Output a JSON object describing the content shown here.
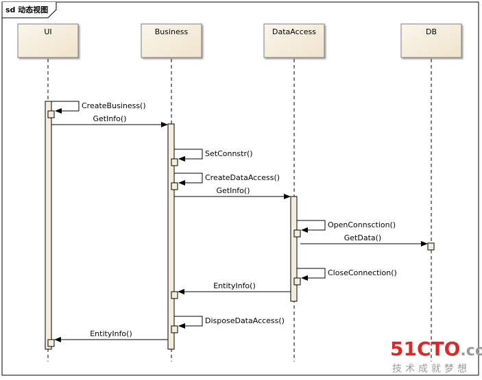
{
  "frame": {
    "title": "sd 动态视图"
  },
  "lifelines": [
    {
      "id": "ui",
      "name": "UI"
    },
    {
      "id": "business",
      "name": "Business"
    },
    {
      "id": "dataaccess",
      "name": "DataAccess"
    },
    {
      "id": "db",
      "name": "DB"
    }
  ],
  "messages": [
    {
      "id": "m1",
      "label": "CreateBusiness()",
      "from": "ui",
      "to": "ui",
      "kind": "self"
    },
    {
      "id": "m2",
      "label": "GetInfo()",
      "from": "ui",
      "to": "business",
      "kind": "call"
    },
    {
      "id": "m3",
      "label": "SetConnstr()",
      "from": "business",
      "to": "business",
      "kind": "self"
    },
    {
      "id": "m4",
      "label": "CreateDataAccess()",
      "from": "business",
      "to": "business",
      "kind": "self"
    },
    {
      "id": "m5",
      "label": "GetInfo()",
      "from": "business",
      "to": "dataaccess",
      "kind": "call"
    },
    {
      "id": "m6",
      "label": "OpenConnsction()",
      "from": "dataaccess",
      "to": "dataaccess",
      "kind": "self"
    },
    {
      "id": "m7",
      "label": "GetData()",
      "from": "dataaccess",
      "to": "db",
      "kind": "call"
    },
    {
      "id": "m8",
      "label": "CloseConnection()",
      "from": "dataaccess",
      "to": "dataaccess",
      "kind": "self"
    },
    {
      "id": "m9",
      "label": "EntityInfo()",
      "from": "dataaccess",
      "to": "business",
      "kind": "return"
    },
    {
      "id": "m10",
      "label": "DisposeDataAccess()",
      "from": "business",
      "to": "business",
      "kind": "self"
    },
    {
      "id": "m11",
      "label": "EntityInfo()",
      "from": "business",
      "to": "ui",
      "kind": "return"
    }
  ],
  "watermark": {
    "brand_51": "51",
    "brand_cto": "CTO",
    "brand_dot": ".com",
    "slogan": "技术成就梦想",
    "colors": {
      "red": "#d82a2a",
      "gray": "#9a9a9a"
    }
  },
  "colors": {
    "header_fill": "#f5eddc",
    "activation_fill": "#f5eddc",
    "line": "#000000"
  }
}
